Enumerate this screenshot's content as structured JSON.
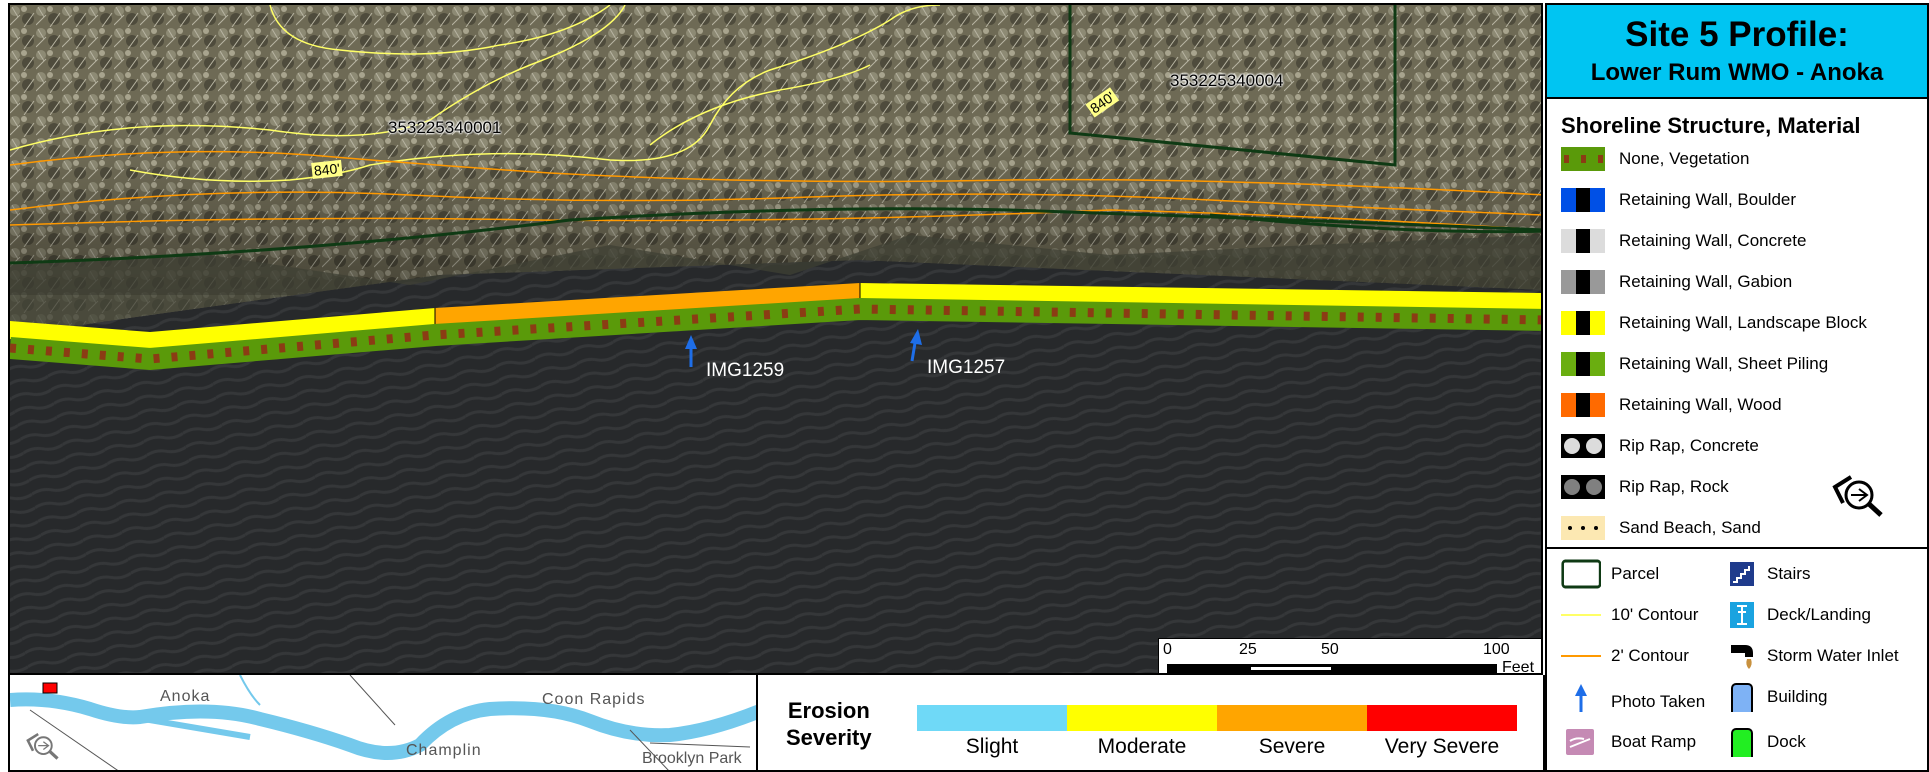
{
  "title": {
    "main": "Site 5 Profile:",
    "sub": "Lower Rum WMO - Anoka"
  },
  "map": {
    "parcels": [
      "353225340001",
      "353225340004"
    ],
    "contour_labels": [
      "840'",
      "840'"
    ],
    "photos": [
      "IMG1259",
      "IMG1257"
    ],
    "scale": {
      "ticks": [
        "0",
        "25",
        "50",
        "100"
      ],
      "units": "Feet"
    }
  },
  "legend_shoreline": {
    "title": "Shoreline Structure, Material",
    "items": [
      {
        "label": "None, Vegetation",
        "color": "#5a9a0a",
        "icon": "dashed-vegetation"
      },
      {
        "label": "Retaining Wall, Boulder",
        "color": "#0050e6",
        "icon": "wall-swatch"
      },
      {
        "label": "Retaining Wall, Concrete",
        "color": "#dcdcdc",
        "icon": "wall-swatch"
      },
      {
        "label": "Retaining Wall, Gabion",
        "color": "#999999",
        "icon": "wall-swatch"
      },
      {
        "label": "Retaining Wall, Landscape Block",
        "color": "#ffff00",
        "icon": "wall-swatch"
      },
      {
        "label": "Retaining Wall, Sheet Piling",
        "color": "#6aae10",
        "icon": "wall-swatch"
      },
      {
        "label": "Retaining Wall, Wood",
        "color": "#ff6a00",
        "icon": "wall-swatch"
      },
      {
        "label": "Rip Rap, Concrete",
        "color": "#dcdcdc",
        "icon": "riprap-swatch"
      },
      {
        "label": "Rip Rap, Rock",
        "color": "#808080",
        "icon": "riprap-swatch"
      },
      {
        "label": "Sand Beach, Sand",
        "color": "#fce8b2",
        "icon": "sand-swatch"
      }
    ]
  },
  "legend_features": {
    "left": [
      {
        "label": "Parcel",
        "icon": "parcel-icon"
      },
      {
        "label": "10' Contour",
        "icon": "contour-10-icon",
        "color": "#ffff66"
      },
      {
        "label": "2' Contour",
        "icon": "contour-2-icon",
        "color": "#ff9900"
      },
      {
        "label": "Photo Taken",
        "icon": "photo-arrow-icon",
        "color": "#1e6ee8"
      },
      {
        "label": "Boat Ramp",
        "icon": "boat-ramp-icon"
      }
    ],
    "right": [
      {
        "label": "Stairs",
        "icon": "stairs-icon"
      },
      {
        "label": "Deck/Landing",
        "icon": "deck-icon"
      },
      {
        "label": "Storm Water Inlet",
        "icon": "storm-inlet-icon"
      },
      {
        "label": "Building",
        "icon": "building-icon"
      },
      {
        "label": "Dock",
        "icon": "dock-icon"
      }
    ]
  },
  "locator": {
    "places": [
      "Anoka",
      "Coon Rapids",
      "Champlin",
      "Brooklyn Park"
    ]
  },
  "erosion": {
    "title": "Erosion Severity",
    "title_line1": "Erosion",
    "title_line2": "Severity",
    "levels": [
      {
        "label": "Slight",
        "color": "#6fd9f7"
      },
      {
        "label": "Moderate",
        "color": "#ffff00"
      },
      {
        "label": "Severe",
        "color": "#ffa500"
      },
      {
        "label": "Very Severe",
        "color": "#ff0000"
      }
    ]
  }
}
